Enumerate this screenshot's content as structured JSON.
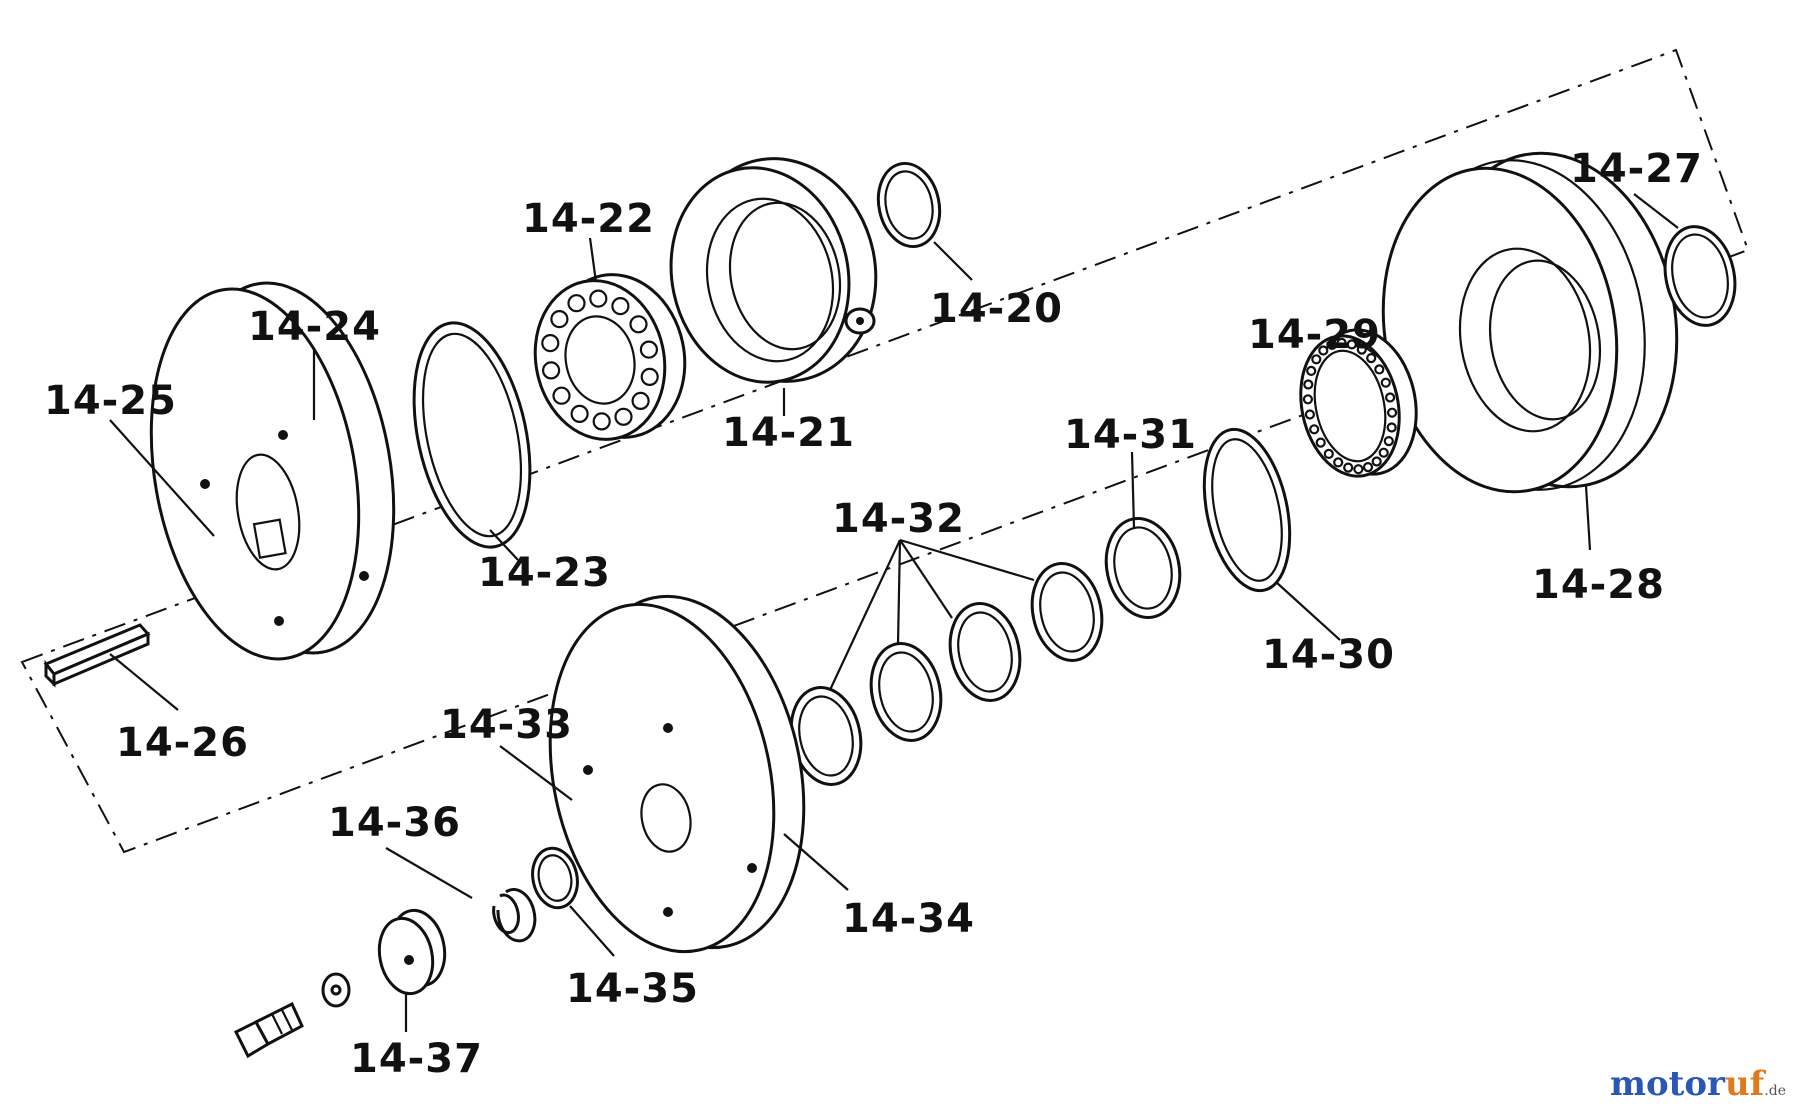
{
  "parts": [
    {
      "id": "p20",
      "label": "14-20"
    },
    {
      "id": "p21",
      "label": "14-21"
    },
    {
      "id": "p22",
      "label": "14-22"
    },
    {
      "id": "p23",
      "label": "14-23"
    },
    {
      "id": "p24",
      "label": "14-24"
    },
    {
      "id": "p25",
      "label": "14-25"
    },
    {
      "id": "p26",
      "label": "14-26"
    },
    {
      "id": "p27",
      "label": "14-27"
    },
    {
      "id": "p28",
      "label": "14-28"
    },
    {
      "id": "p29",
      "label": "14-29"
    },
    {
      "id": "p30",
      "label": "14-30"
    },
    {
      "id": "p31",
      "label": "14-31"
    },
    {
      "id": "p32",
      "label": "14-32"
    },
    {
      "id": "p33",
      "label": "14-33"
    },
    {
      "id": "p34",
      "label": "14-34"
    },
    {
      "id": "p35",
      "label": "14-35"
    },
    {
      "id": "p36",
      "label": "14-36"
    },
    {
      "id": "p37",
      "label": "14-37"
    }
  ],
  "watermark": {
    "brand_a": "motor",
    "brand_b": "uf",
    "suffix": ".de"
  }
}
